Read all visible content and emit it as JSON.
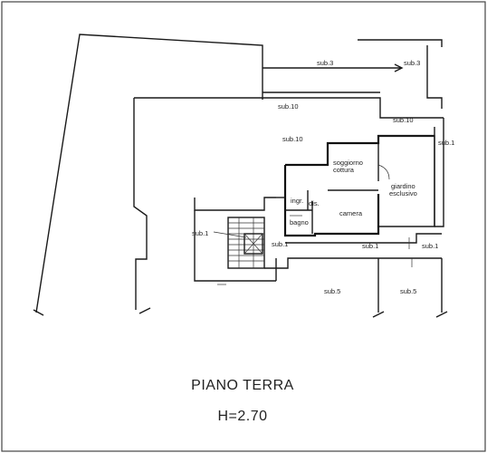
{
  "labels": {
    "sub3_left": "sub.3",
    "sub3_right": "sub.3",
    "sub10_top": "sub.10",
    "sub10_mid": "sub.10",
    "sub10_right": "sub.10",
    "sub1_right_top": "sub.1",
    "soggiorno_line1": "soggiorno",
    "soggiorno_line2": "cottura",
    "giardino_line1": "giardino",
    "giardino_line2": "esclusivo",
    "ingr": "ingr.",
    "dis": "dis.",
    "bagno": "bagno",
    "camera": "camera",
    "sub1_stair_left": "sub.1",
    "sub1_stair_right": "sub.1",
    "sub1_corridor": "sub.1",
    "sub1_corridor_right": "sub.1",
    "sub5_left": "sub.5",
    "sub5_right": "sub.5"
  },
  "title": {
    "floor": "PIANO TERRA",
    "height": "H=2.70"
  },
  "colors": {
    "line": "#1a1a1a",
    "paper": "#ffffff"
  }
}
